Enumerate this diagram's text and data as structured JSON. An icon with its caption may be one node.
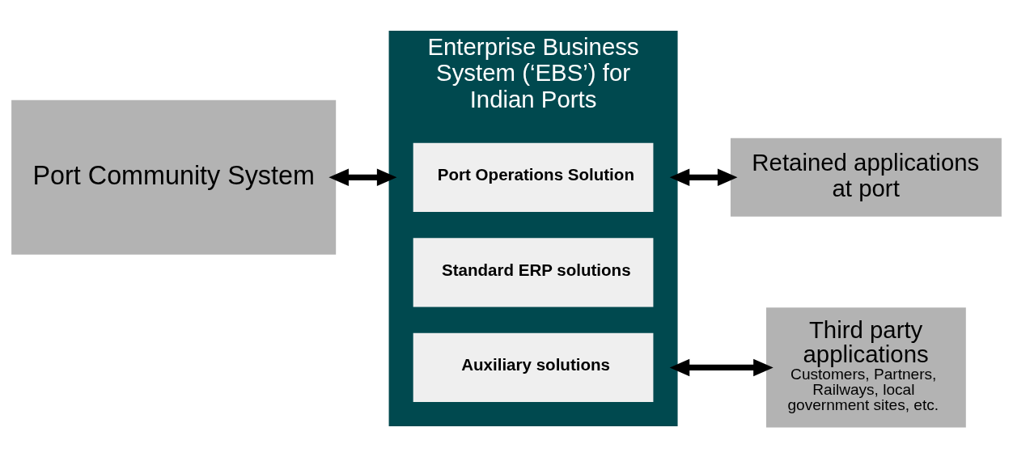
{
  "diagram": {
    "nodes": [
      {
        "text": [
          "Port Community System"
        ]
      },
      {
        "text": [
          "Enterprise Business System (‘EBS’) for Indian Ports"
        ]
      },
      {
        "text": [
          "Port Operations Solution"
        ],
        "in": 1
      },
      {
        "text": [
          "Standard ERP solutions"
        ],
        "in": 1
      },
      {
        "text": [
          "Auxiliary solutions"
        ],
        "in": 1
      },
      {
        "text": [
          "Retained applications at port"
        ]
      },
      {
        "text": [
          "Third party applications",
          "Customers, Partners, Railways, local government sites, etc."
        ]
      }
    ],
    "edges": [
      {
        "from": 0,
        "to": 1,
        "arrow": "both"
      },
      {
        "from": 1,
        "to": 5,
        "arrow": "both"
      },
      {
        "from": 1,
        "to": 6,
        "arrow": "both"
      }
    ]
  }
}
